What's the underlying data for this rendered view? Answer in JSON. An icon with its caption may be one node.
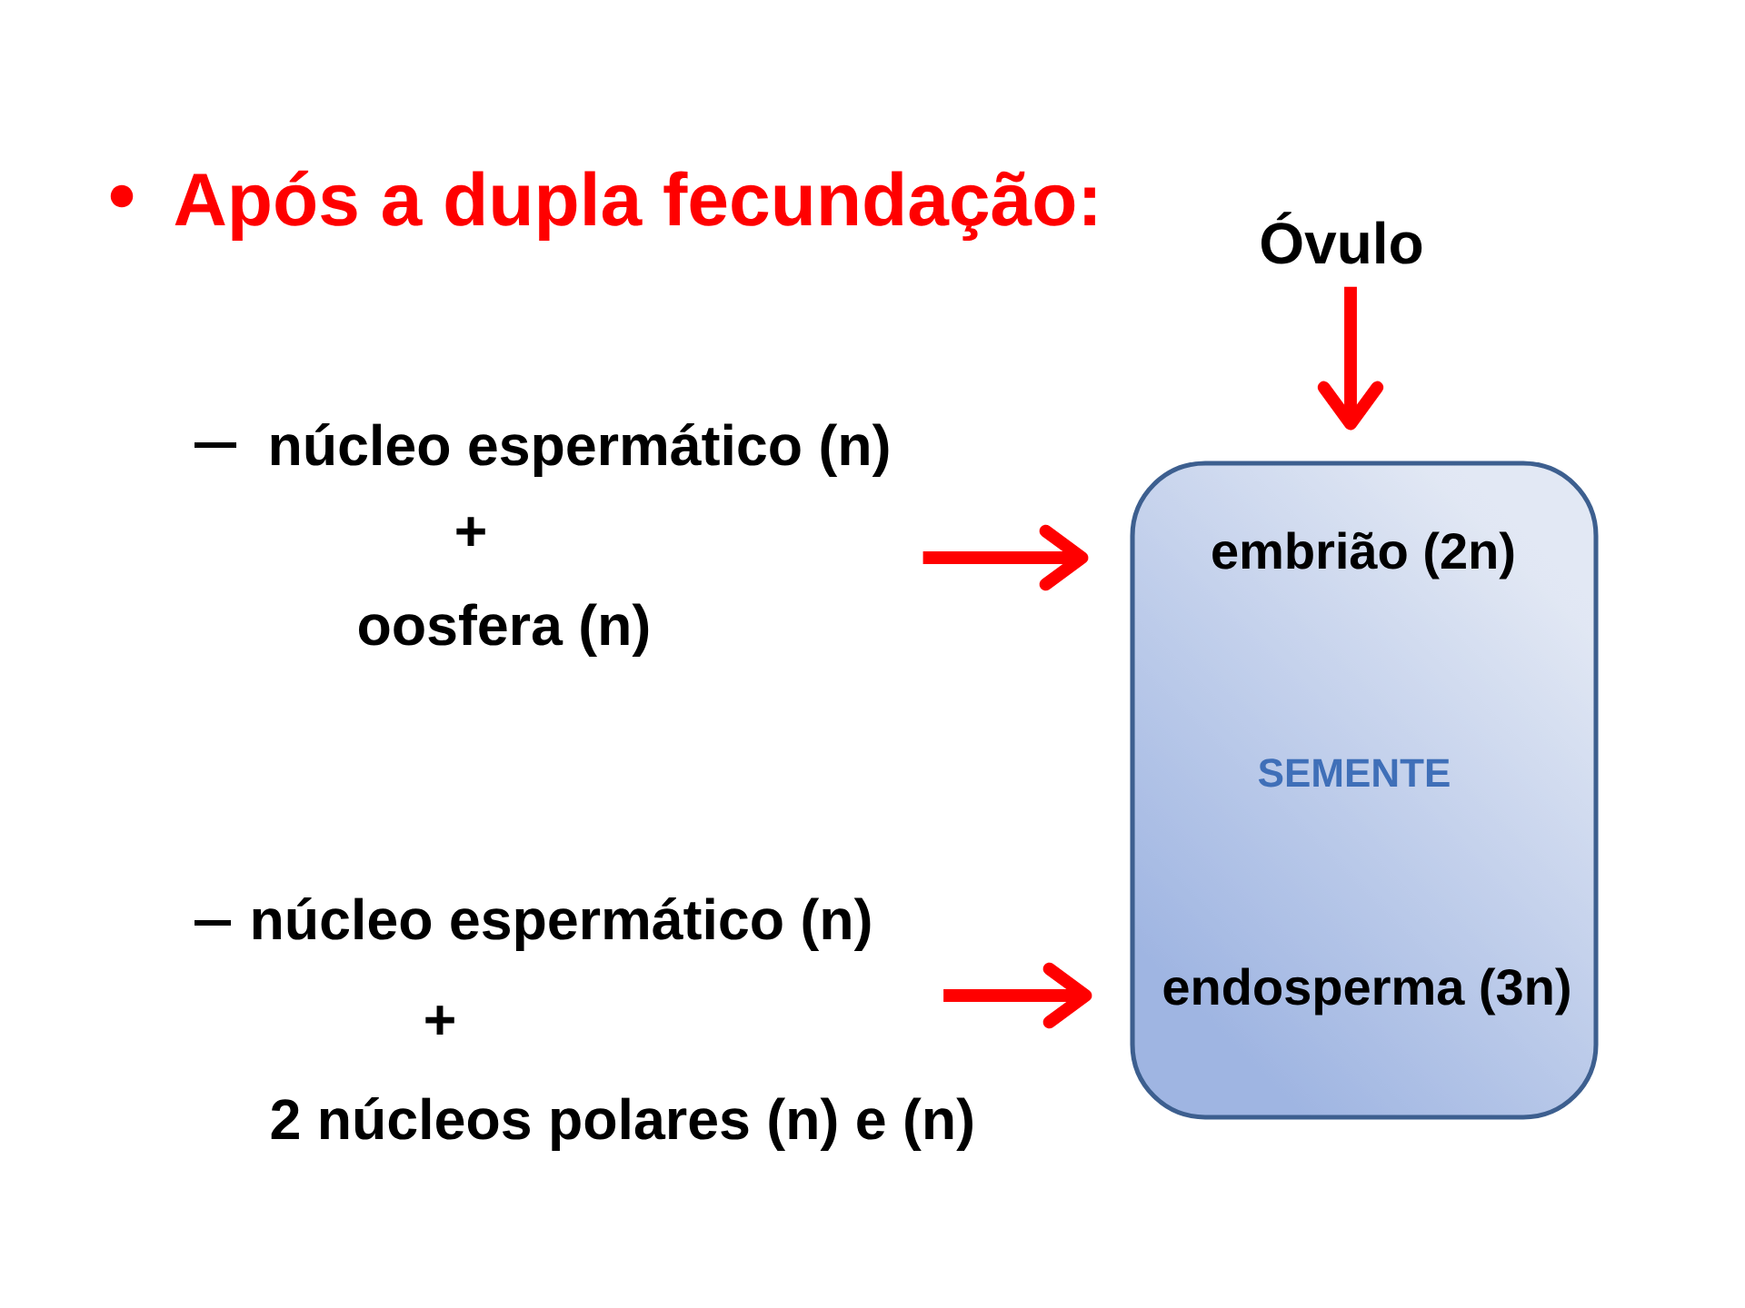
{
  "diagram": {
    "title": "Após a dupla fecundação:",
    "nodes": [
      {
        "text": [
          "Óvulo"
        ]
      },
      {
        "text": [
          "núcleo espermático (n)",
          "+",
          "oosfera (n)"
        ]
      },
      {
        "text": [
          "embrião (2n)",
          "SEMENTE",
          "endosperma (3n)"
        ]
      },
      {
        "text": [
          "núcleo espermático (n)",
          "+",
          "2 núcleos polares (n) e (n)"
        ]
      }
    ],
    "edges": [
      {
        "from": 0,
        "to": 2,
        "arrow": "to"
      },
      {
        "from": 1,
        "to": 2,
        "arrow": "to"
      },
      {
        "from": 3,
        "to": 2,
        "arrow": "to"
      }
    ]
  }
}
